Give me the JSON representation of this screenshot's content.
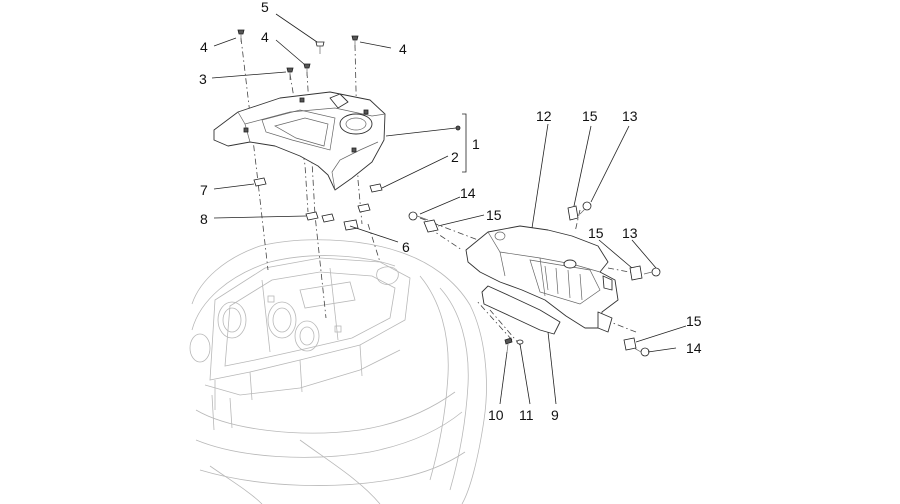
{
  "callouts": [
    {
      "id": "c5",
      "text": "5"
    },
    {
      "id": "c4a",
      "text": "4"
    },
    {
      "id": "c4b",
      "text": "4"
    },
    {
      "id": "c4c",
      "text": "4"
    },
    {
      "id": "c3",
      "text": "3"
    },
    {
      "id": "c1",
      "text": "1"
    },
    {
      "id": "c2",
      "text": "2"
    },
    {
      "id": "c7",
      "text": "7"
    },
    {
      "id": "c8",
      "text": "8"
    },
    {
      "id": "c6",
      "text": "6"
    },
    {
      "id": "c12",
      "text": "12"
    },
    {
      "id": "c15a",
      "text": "15"
    },
    {
      "id": "c13a",
      "text": "13"
    },
    {
      "id": "c14a",
      "text": "14"
    },
    {
      "id": "c15b",
      "text": "15"
    },
    {
      "id": "c15c",
      "text": "15"
    },
    {
      "id": "c13b",
      "text": "13"
    },
    {
      "id": "c15d",
      "text": "15"
    },
    {
      "id": "c14b",
      "text": "14"
    },
    {
      "id": "c10",
      "text": "10"
    },
    {
      "id": "c11",
      "text": "11"
    },
    {
      "id": "c9",
      "text": "9"
    }
  ],
  "colors": {
    "line": "#222222",
    "ghost": "#b8b8b8",
    "background": "#ffffff"
  }
}
